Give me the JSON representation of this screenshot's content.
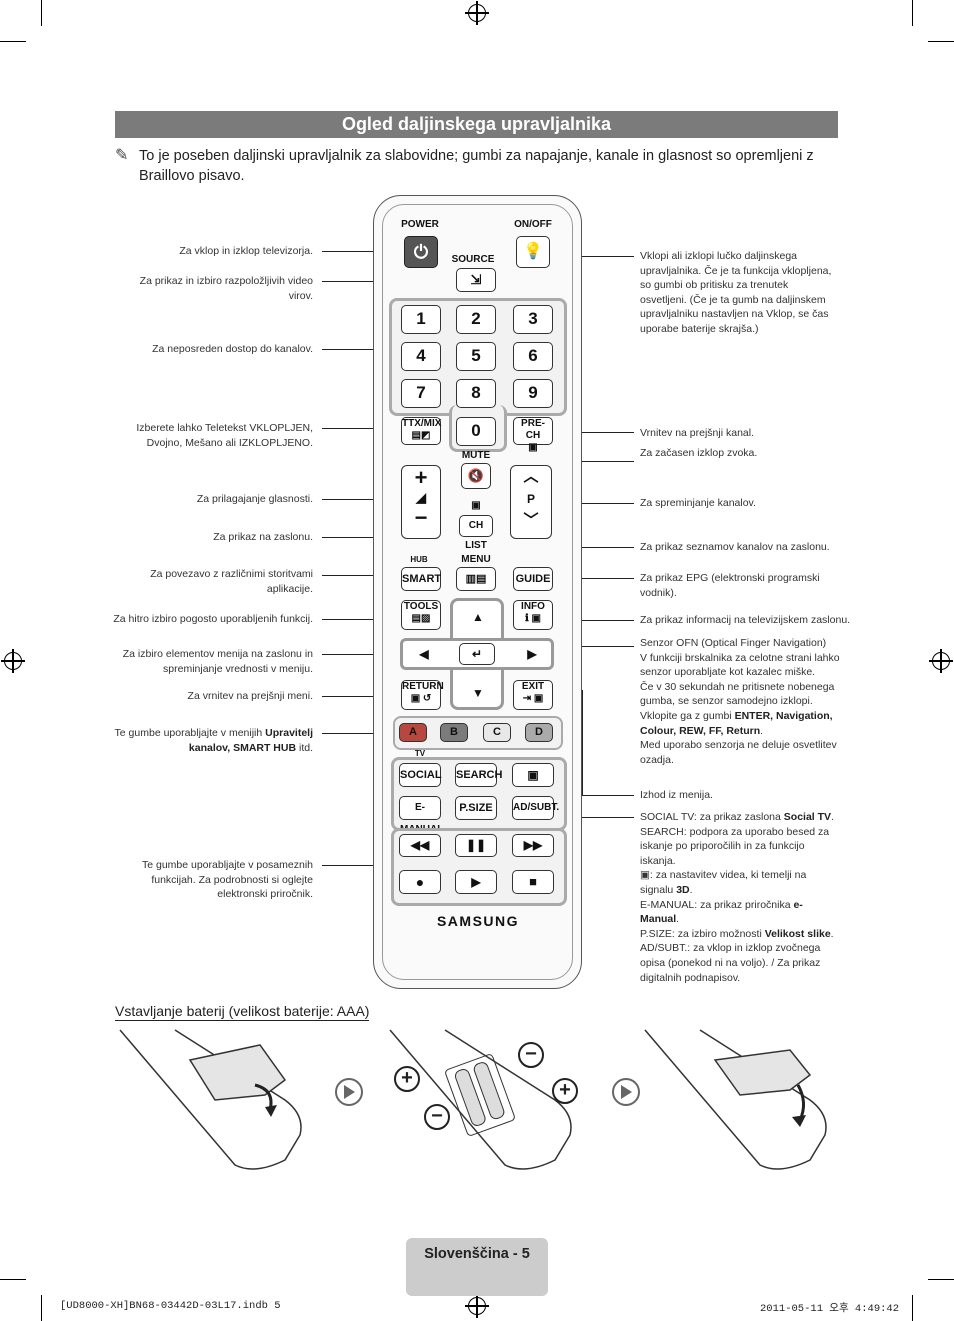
{
  "title": "Ogled daljinskega upravljalnika",
  "note": "To je poseben daljinski upravljalnik za slabovidne; gumbi za napajanje, kanale in glasnost so opremljeni z Braillovo pisavo.",
  "left_labels": [
    "Za vklop in izklop televizorja.",
    "Za prikaz in izbiro razpoložljivih video virov.",
    "Za neposreden dostop do kanalov.",
    "Izberete lahko Teletekst VKLOPLJEN, Dvojno, Mešano ali IZKLOPLJENO.",
    "Za prilagajanje glasnosti.",
    "Za prikaz na zaslonu.",
    "Za povezavo z različnimi storitvami aplikacije.",
    "Za hitro izbiro pogosto uporabljenih funkcij.",
    "Za izbiro elementov menija na zaslonu in spreminjanje vrednosti v meniju.",
    "Za vrnitev na prejšnji meni.",
    "Te gumbe uporabljajte v posameznih funkcijah. Za podrobnosti si oglejte elektronski priročnik."
  ],
  "left_color_label": {
    "pre": "Te gumbe uporabljajte v menijih ",
    "bold": "Upravitelj kanalov, SMART HUB",
    "post": " itd."
  },
  "right_labels": {
    "onoff": "Vklopi ali izklopi lučko daljinskega upravljalnika. Če je ta funkcija vklopljena, so gumbi ob pritisku za trenutek osvetljeni. (Če je ta gumb na daljinskem upravljalniku nastavljen na Vklop, se čas uporabe baterije skrajša.)",
    "prech": "Vrnitev na prejšnji kanal.",
    "mute": "Za začasen izklop zvoka.",
    "channel": "Za spreminjanje kanalov.",
    "chlist": "Za prikaz seznamov kanalov na zaslonu.",
    "guide": "Za prikaz EPG (elektronski programski vodnik).",
    "info": "Za prikaz informacij na televizijskem zaslonu.",
    "ofn_1": "Senzor OFN (Optical Finger Navigation)",
    "ofn_2": "V funkciji brskalnika za celotne strani lahko senzor uporabljate kot kazalec miške.",
    "ofn_3": "Če v 30 sekundah ne pritisnete nobenega gumba, se senzor samodejno izklopi.",
    "ofn_4_pre": "Vklopite ga z gumbi ",
    "ofn_4_bold": "ENTER, Navigation, Colour, REW, FF, Return",
    "ofn_5": "Med uporabo senzorja ne deluje osvetlitev ozadja.",
    "exit": "Izhod iz menija.",
    "social_pre": "SOCIAL TV",
    "social_mid": ": za prikaz zaslona ",
    "social_bold": "Social TV",
    "search_pre": "SEARCH",
    "search_text": ": podpora za uporabo besed za iskanje po priporočilih in za funkcijo iskanja.",
    "threed_text": ": za nastavitev videa, ki temelji na signalu ",
    "threed_bold": "3D",
    "emanual_pre": "E-MANUAL",
    "emanual_text": ": za prikaz priročnika ",
    "emanual_bold": "e-Manual",
    "psize_pre": "P.SIZE",
    "psize_text": ": za izbiro možnosti ",
    "psize_bold": "Velikost slike",
    "adsubt_pre": "AD/SUBT.",
    "adsubt_text": ": za vklop in izklop zvočnega opisa (ponekod ni na voljo). / Za prikaz digitalnih podnapisov."
  },
  "remote": {
    "power": "POWER",
    "onoff": "ON/OFF",
    "source": "SOURCE",
    "digits": [
      "1",
      "2",
      "3",
      "4",
      "5",
      "6",
      "7",
      "8",
      "9",
      "0"
    ],
    "ttx": "TTX/MIX",
    "prech": "PRE-CH",
    "mute": "MUTE",
    "p": "P",
    "chlist": "CH LIST",
    "hub": "HUB",
    "menu": "MENU",
    "smart": "SMART",
    "guide": "GUIDE",
    "tools": "TOOLS",
    "info": "INFO",
    "return": "RETURN",
    "exit": "EXIT",
    "colors": [
      "A",
      "B",
      "C",
      "D"
    ],
    "tv": "TV",
    "social": "SOCIAL",
    "search": "SEARCH",
    "emanual": "E-MANUAL",
    "psize": "P.SIZE",
    "adsubt": "AD/SUBT.",
    "brand": "SAMSUNG",
    "color_keys": [
      "#c0392b",
      "#4a4a4a",
      "#e8e8e8",
      "#d4c000"
    ]
  },
  "battery_title": "Vstavljanje baterij (velikost baterije: AAA)",
  "page_label": "Slovenščina - 5",
  "footer_left": "[UD8000-XH]BN68-03442D-03L17.indb   5",
  "footer_right": "2011-05-11   오후 4:49:42"
}
